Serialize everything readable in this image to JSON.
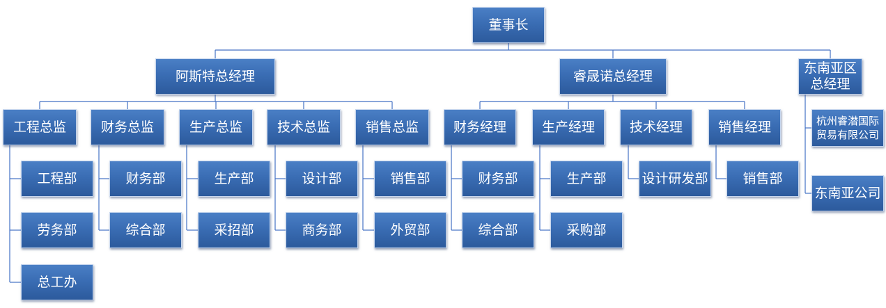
{
  "org": {
    "chairman": "董事长",
    "managers": [
      {
        "name": "阿斯特总经理",
        "directors": [
          {
            "name": "工程总监",
            "departments": [
              "工程部",
              "劳务部",
              "总工办"
            ]
          },
          {
            "name": "财务总监",
            "departments": [
              "财务部",
              "综合部"
            ]
          },
          {
            "name": "生产总监",
            "departments": [
              "生产部",
              "采招部"
            ]
          },
          {
            "name": "技术总监",
            "departments": [
              "设计部",
              "商务部"
            ]
          },
          {
            "name": "销售总监",
            "departments": [
              "销售部",
              "外贸部"
            ]
          }
        ]
      },
      {
        "name": "睿晟诺总经理",
        "directors": [
          {
            "name": "财务经理",
            "departments": [
              "财务部",
              "综合部"
            ]
          },
          {
            "name": "生产经理",
            "departments": [
              "生产部",
              "采购部"
            ]
          },
          {
            "name": "技术经理",
            "departments": [
              "设计研发部"
            ]
          },
          {
            "name": "销售经理",
            "departments": [
              "销售部"
            ]
          }
        ]
      },
      {
        "name": "东南亚区\n总经理",
        "companies": [
          "杭州睿潜国际\n贸易有限公司",
          "东南亚公司"
        ]
      }
    ]
  },
  "colors": {
    "box_top": "#4a7fc5",
    "box_bottom": "#2c5a9c",
    "connector": "#4472c4",
    "text": "#ffffff"
  }
}
